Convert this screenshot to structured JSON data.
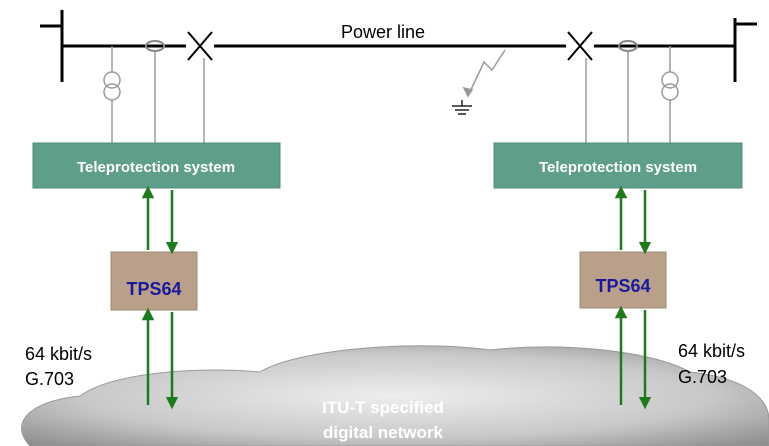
{
  "power_line": {
    "label": "Power line"
  },
  "left_station": {
    "system_label": "Teleprotection system",
    "device_label": "TPS64",
    "interface_rate": "64 kbit/s",
    "interface_standard": "G.703"
  },
  "right_station": {
    "system_label": "Teleprotection system",
    "device_label": "TPS64",
    "interface_rate": "64 kbit/s",
    "interface_standard": "G.703"
  },
  "network": {
    "line1": "ITU-T specified",
    "line2": "digital network"
  },
  "colors": {
    "system_box": "#5e9e8a",
    "device_box": "#b8a08a",
    "device_text": "#1a1a99",
    "arrow": "#1f7a1f",
    "cloud_light": "#e0e0e0",
    "cloud_dark": "#888888",
    "wire": "#9a9a9a"
  }
}
